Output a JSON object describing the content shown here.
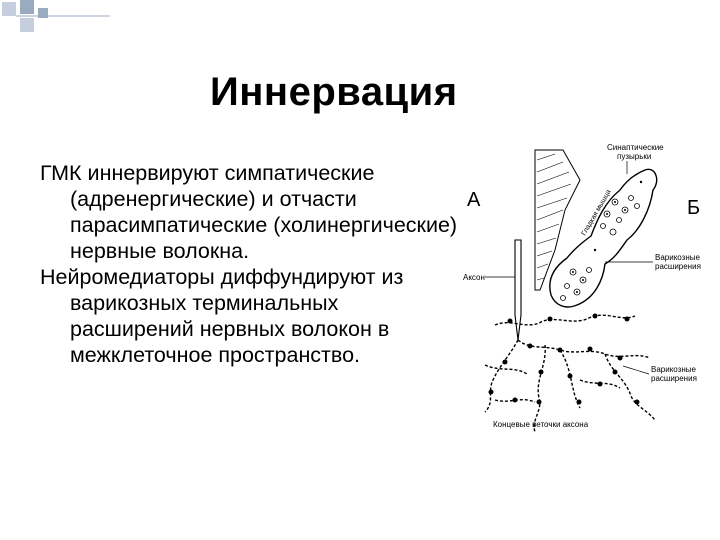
{
  "slide": {
    "title": "Иннервация",
    "paragraphs": [
      "ГМК иннервируют симпатические (адренергические) и отчасти парасимпатические (холинергические) нервные волокна.",
      "Нейромедиаторы диффундируют из варикозных терминальных расширений нервных волокон в межклеточное пространство."
    ]
  },
  "figure": {
    "panel_a": "А",
    "panel_b": "Б",
    "label_vesicles_1": "Синаптические",
    "label_vesicles_2": "пузырьки",
    "label_smooth": "Гладкая мышца",
    "label_axon": "Аксон",
    "label_varicose_1": "Варикозные",
    "label_varicose_2": "расширения",
    "label_varicose_a_1": "Варикозные",
    "label_varicose_a_2": "расширения",
    "label_branches": "Концевые веточки аксона"
  },
  "colors": {
    "accent_square": "#9aaac0",
    "accent_square_light": "#c5cedc",
    "line": "#000000"
  }
}
